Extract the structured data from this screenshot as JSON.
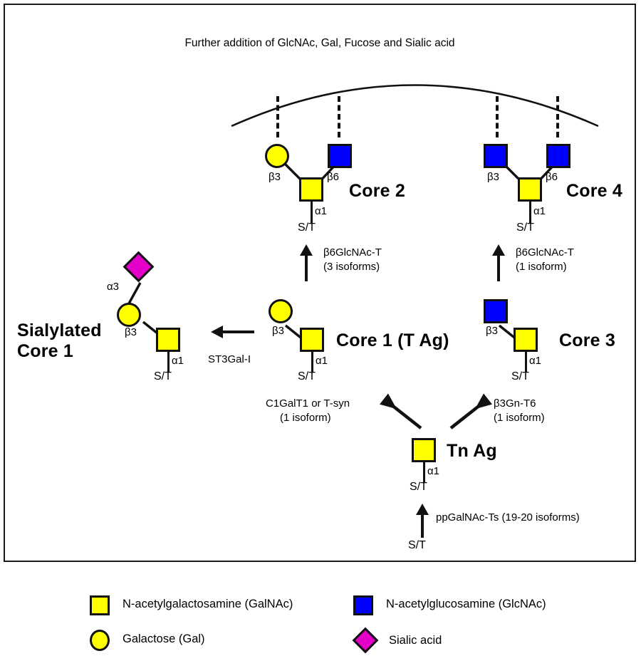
{
  "figure": {
    "title_arc_label": "Further addition of GlcNAc, Gal, Fucose and Sialic acid"
  },
  "structures": {
    "core2": {
      "name": "Core 2",
      "linkages": {
        "branch_beta3": "β3",
        "branch_beta6": "β6",
        "stem_alpha1": "α1"
      },
      "attachment": "S/T",
      "symbols": [
        "Galactose (Gal)",
        "N-acetylglucosamine (GlcNAc)",
        "N-acetylgalactosamine (GalNAc)"
      ]
    },
    "core4": {
      "name": "Core 4",
      "linkages": {
        "branch_beta3": "β3",
        "branch_beta6": "β6",
        "stem_alpha1": "α1"
      },
      "attachment": "S/T",
      "symbols": [
        "N-acetylglucosamine (GlcNAc)",
        "N-acetylglucosamine (GlcNAc)",
        "N-acetylgalactosamine (GalNAc)"
      ]
    },
    "core1": {
      "name": "Core 1 (T Ag)",
      "linkages": {
        "branch_beta3": "β3",
        "stem_alpha1": "α1"
      },
      "attachment": "S/T",
      "symbols": [
        "Galactose (Gal)",
        "N-acetylgalactosamine (GalNAc)"
      ]
    },
    "core3": {
      "name": "Core 3",
      "linkages": {
        "branch_beta3": "β3",
        "stem_alpha1": "α1"
      },
      "attachment": "S/T",
      "symbols": [
        "N-acetylglucosamine (GlcNAc)",
        "N-acetylgalactosamine (GalNAc)"
      ]
    },
    "sialylated_core1": {
      "name_line1": "Sialylated",
      "name_line2": "Core 1",
      "linkages": {
        "sialic_alpha3": "α3",
        "branch_beta3": "β3",
        "stem_alpha1": "α1"
      },
      "attachment": "S/T",
      "symbols": [
        "Sialic acid",
        "Galactose (Gal)",
        "N-acetylgalactosamine (GalNAc)"
      ]
    },
    "tn_ag": {
      "name": "Tn Ag",
      "linkages": {
        "stem_alpha1": "α1"
      },
      "attachment": "S/T",
      "symbols": [
        "N-acetylgalactosamine (GalNAc)"
      ]
    },
    "peptide": {
      "attachment": "S/T"
    }
  },
  "enzymes": {
    "core1_to_core2": {
      "name": "β6GlcNAc-T",
      "isoforms": "(3 isoforms)"
    },
    "core3_to_core4": {
      "name": "β6GlcNAc-T",
      "isoforms": "(1 isoform)"
    },
    "tn_to_core1": {
      "name": "C1GalT1 or T-syn",
      "isoforms": "(1 isoform)"
    },
    "tn_to_core3": {
      "name": "β3Gn-T6",
      "isoforms": "(1 isoform)"
    },
    "core1_to_sialylated": {
      "name": "ST3Gal-I"
    },
    "peptide_to_tn": {
      "name": "ppGalNAc-Ts (19-20 isoforms)"
    }
  },
  "legend": {
    "items": [
      {
        "shape": "square",
        "color": "#ffff00",
        "label": "N-acetylgalactosamine (GalNAc)"
      },
      {
        "shape": "square",
        "color": "#0000ff",
        "label": "N-acetylglucosamine (GlcNAc)"
      },
      {
        "shape": "circle",
        "color": "#ffff00",
        "label": "Galactose (Gal)"
      },
      {
        "shape": "diamond",
        "color": "#e400c8",
        "label": "Sialic acid"
      }
    ]
  },
  "colors": {
    "galnac_yellow": "#ffff00",
    "glcnac_blue": "#0000ff",
    "sialic_magenta": "#e400c8",
    "outline_black": "#111111",
    "background": "#ffffff"
  }
}
